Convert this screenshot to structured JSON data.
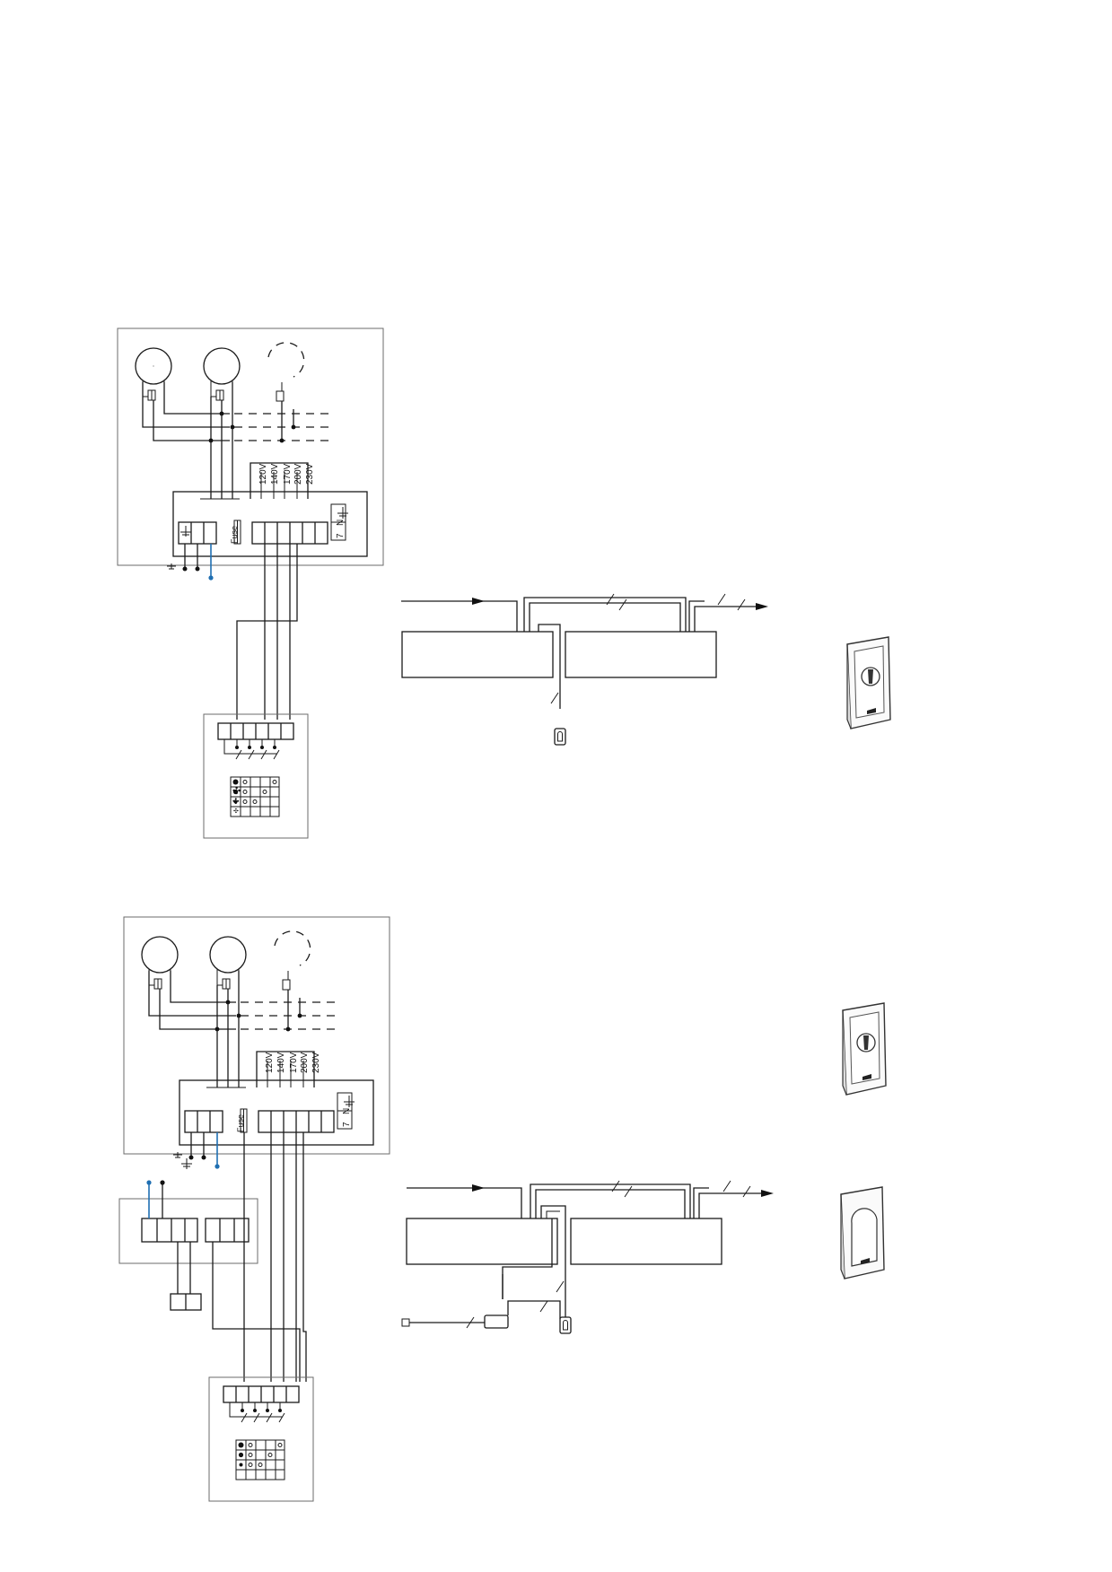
{
  "fuse_label": "Fuse",
  "voltages": [
    "120V",
    "140V",
    "170V",
    "200V",
    "230V"
  ],
  "earth_terminal": {
    "seven": "7",
    "n": "N"
  },
  "colors": {
    "wire": "#1a1a1a",
    "frame": "#6b6b6b",
    "blue_wire": "#1f6fb2",
    "background": "#ffffff"
  },
  "icons": [
    "motor-icon",
    "fuse-icon",
    "earth-icon",
    "fan-speed-icon",
    "thermostat-control-icon",
    "sensor-icon"
  ]
}
